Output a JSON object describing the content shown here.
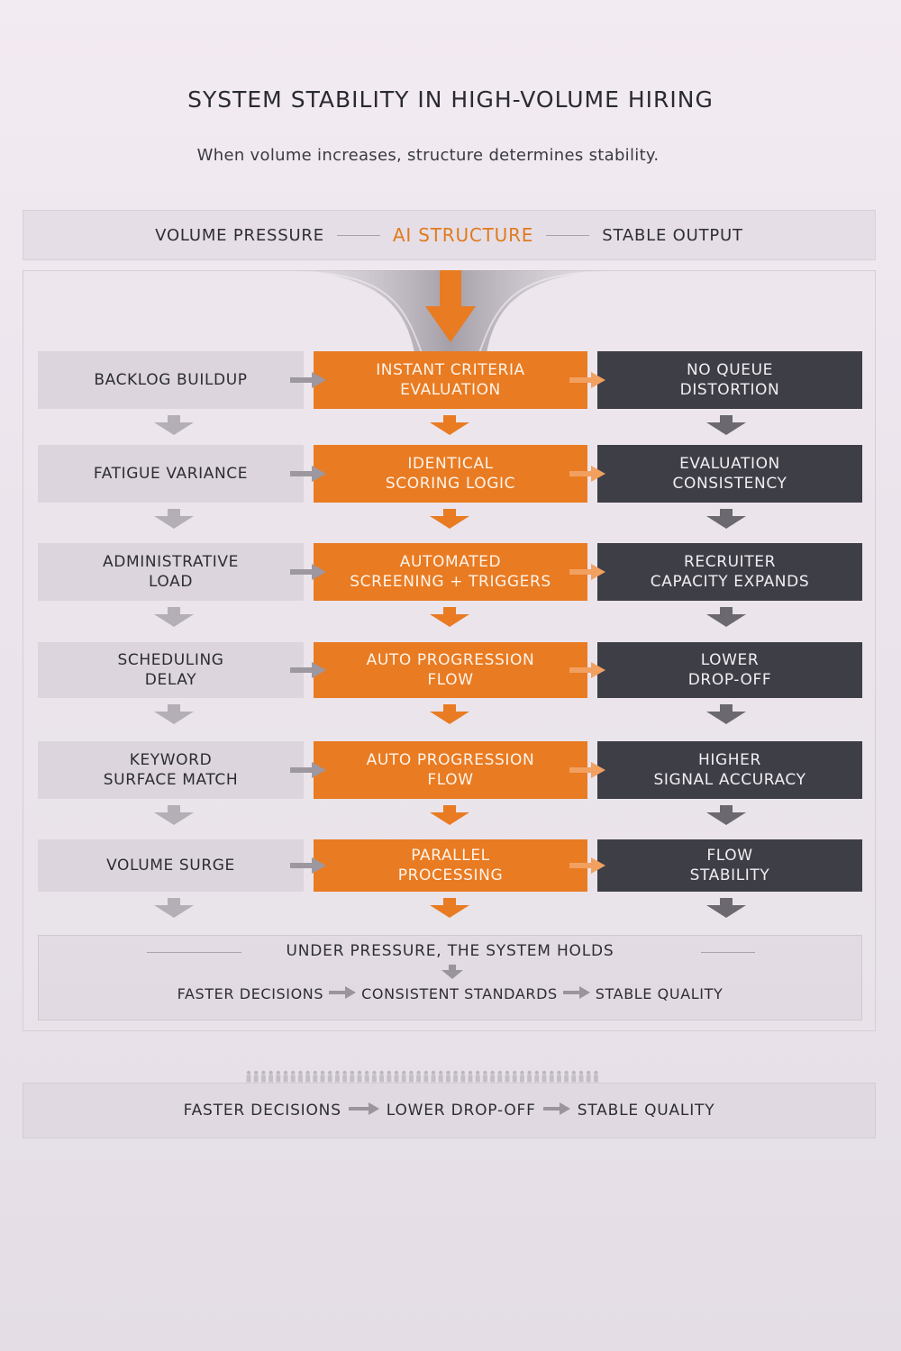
{
  "title": "SYSTEM STABILITY IN HIGH-VOLUME HIRING",
  "subtitle": "When volume increases, structure determines stability.",
  "header": {
    "left": "VOLUME PRESSURE",
    "center": "AI STRUCTURE",
    "right": "STABLE OUTPUT"
  },
  "rows": [
    {
      "pressure": [
        "BACKLOG BUILDUP"
      ],
      "structure": [
        "INSTANT CRITERIA",
        "EVALUATION"
      ],
      "output": [
        "NO QUEUE",
        "DISTORTION"
      ]
    },
    {
      "pressure": [
        "FATIGUE VARIANCE"
      ],
      "structure": [
        "IDENTICAL",
        "SCORING LOGIC"
      ],
      "output": [
        "EVALUATION",
        "CONSISTENCY"
      ]
    },
    {
      "pressure": [
        "ADMINISTRATIVE",
        "LOAD"
      ],
      "structure": [
        "AUTOMATED",
        "SCREENING + TRIGGERS"
      ],
      "output": [
        "RECRUITER",
        "CAPACITY EXPANDS"
      ]
    },
    {
      "pressure": [
        "SCHEDULING",
        "DELAY"
      ],
      "structure": [
        "AUTO PROGRESSION",
        "FLOW"
      ],
      "output": [
        "LOWER",
        "DROP-OFF"
      ]
    },
    {
      "pressure": [
        "KEYWORD",
        "SURFACE MATCH"
      ],
      "structure": [
        "AUTO PROGRESSION",
        "FLOW"
      ],
      "output": [
        "HIGHER",
        "SIGNAL ACCURACY"
      ]
    },
    {
      "pressure": [
        "VOLUME SURGE"
      ],
      "structure": [
        "PARALLEL",
        "PROCESSING"
      ],
      "output": [
        "FLOW",
        "STABILITY"
      ]
    }
  ],
  "summary": {
    "heading": "UNDER PRESSURE, THE SYSTEM HOLDS",
    "flow": [
      "FASTER DECISIONS",
      "CONSISTENT STANDARDS",
      "STABLE QUALITY"
    ]
  },
  "footer": {
    "flow": [
      "FASTER DECISIONS",
      "LOWER DROP-OFF",
      "STABLE QUALITY"
    ]
  },
  "colors": {
    "accent": "#e97b22",
    "dark": "#3e3e46",
    "light": "#dcd5dd"
  }
}
